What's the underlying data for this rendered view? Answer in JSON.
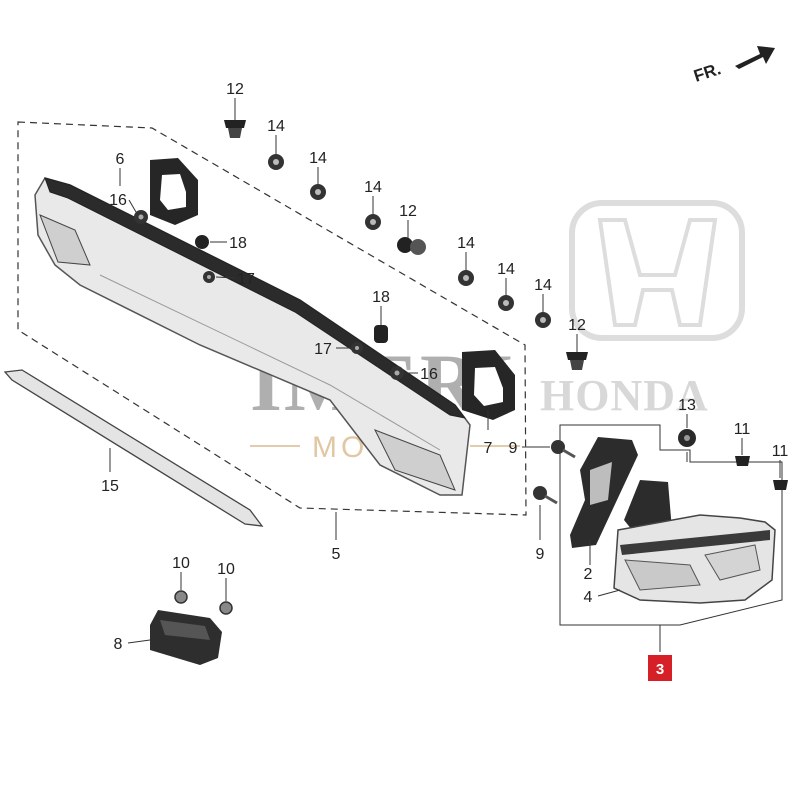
{
  "direction_label": "FR.",
  "watermark": {
    "main": "IMERI",
    "sub": "MOTORS",
    "brand": "HONDA"
  },
  "callouts": {
    "c12a": "12",
    "c14a": "14",
    "c6": "6",
    "c14b": "14",
    "c16a": "16",
    "c14c": "14",
    "c12b": "12",
    "c18a": "18",
    "c14d": "14",
    "c17a": "17",
    "c14e": "14",
    "c14f": "14",
    "c18b": "18",
    "c12c": "12",
    "c17b": "17",
    "c16b": "16",
    "c13": "13",
    "c11a": "11",
    "c11b": "11",
    "c7": "7",
    "c9a": "9",
    "c9b": "9",
    "c15": "15",
    "c5": "5",
    "c2": "2",
    "c4": "4",
    "c10a": "10",
    "c10b": "10",
    "c8": "8"
  },
  "assembly_badge": "3",
  "colors": {
    "badge": "#d62027",
    "line": "#333333",
    "part_dark": "#2a2a2a",
    "part_light": "#e6e6e6"
  }
}
